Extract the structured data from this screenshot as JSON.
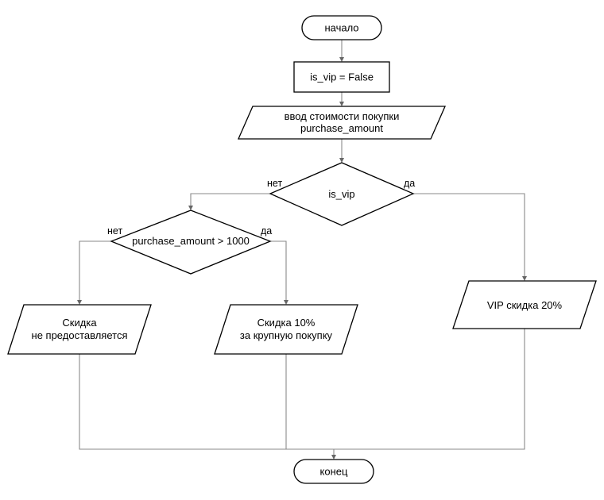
{
  "nodes": {
    "start": "начало",
    "init": "is_vip = False",
    "input_line1": "ввод стоимости покупки",
    "input_line2": "purchase_amount",
    "cond_vip": "is_vip",
    "cond_amount": "purchase_amount > 1000",
    "no_discount_line1": "Скидка",
    "no_discount_line2": "не предоставляется",
    "big_discount_line1": "Скидка 10%",
    "big_discount_line2": "за крупную покупку",
    "vip_discount": "VIP скидка 20%",
    "end": "конец"
  },
  "branches": {
    "vip_no": "нет",
    "vip_yes": "да",
    "amount_no": "нет",
    "amount_yes": "да"
  }
}
